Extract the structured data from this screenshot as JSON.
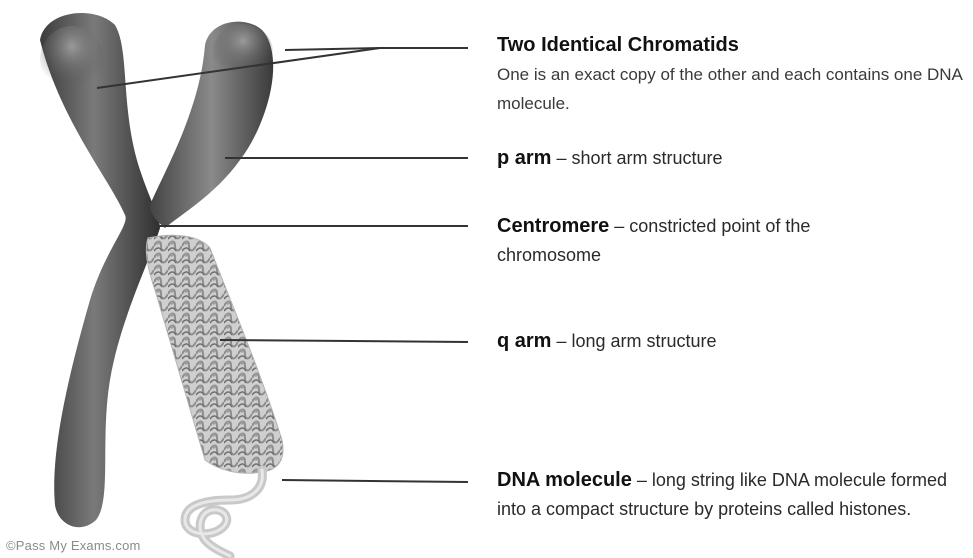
{
  "labels": {
    "chromatids": {
      "term": "Two Identical Chromatids",
      "description": "One is an exact copy of the other and each contains one DNA molecule."
    },
    "p_arm": {
      "term": "p arm",
      "description": "– short arm structure"
    },
    "centromere": {
      "term": "Centromere",
      "description": "– constricted point of the chromosome"
    },
    "q_arm": {
      "term": "q arm",
      "description": "– long arm structure"
    },
    "dna": {
      "term": "DNA molecule",
      "description": "– long string like DNA molecule formed into a compact structure by proteins called histones."
    }
  },
  "copyright": "©Pass My Exams.com"
}
